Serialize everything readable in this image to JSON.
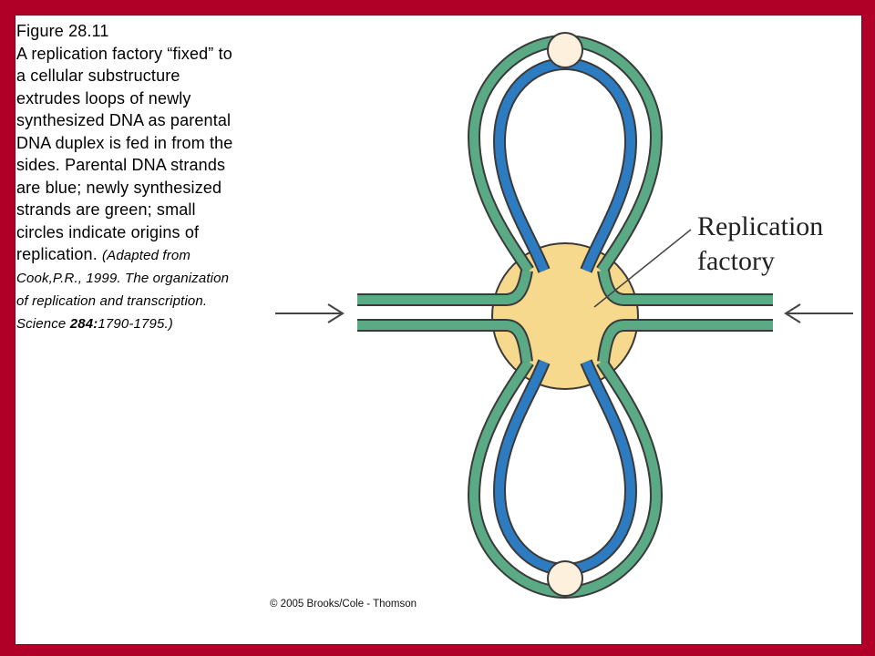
{
  "caption": {
    "figure": "Figure 28.11",
    "body": "A replication factory “fixed” to a cellular substructure extrudes loops of newly synthesized DNA as parental DNA duplex is fed in from the sides. Parental DNA strands are blue; newly synthesized strands are green; small circles indicate origins of replication.",
    "citation_part1": "(Adapted from Cook,P.R., 1999.  The organization of replication and transcription.  Science ",
    "citation_volume": "284:",
    "citation_pages": "1790-1795.)"
  },
  "diagram": {
    "label_line1": "Replication",
    "label_line2": "factory",
    "colors": {
      "parental_strand": "#2d7cc1",
      "new_strand": "#5aab85",
      "factory": "#f6d98c",
      "origin": "#fdf0dc",
      "outline": "#3a3a3a"
    }
  },
  "footer": {
    "copyright": "© 2005 Brooks/Cole - Thomson"
  }
}
